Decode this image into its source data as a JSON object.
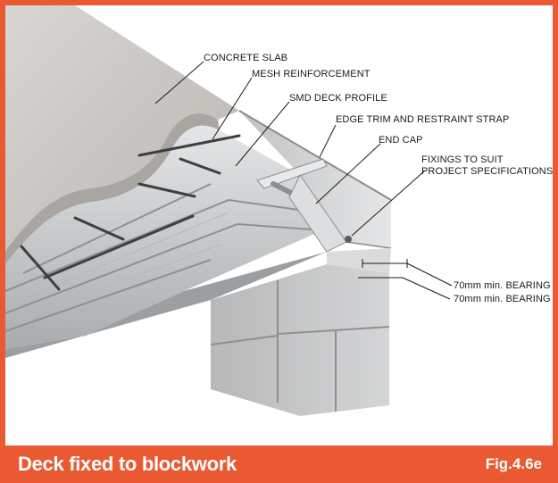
{
  "colors": {
    "accent": "#e95a33",
    "concrete": "#c9c6c1",
    "steel": "#cfd1d2",
    "blockwork": "#c3c4c5"
  },
  "labels": {
    "concrete_slab": "CONCRETE SLAB",
    "mesh_reinforcement": "MESH REINFORCEMENT",
    "smd_deck_profile": "SMD DECK PROFILE",
    "edge_trim": "EDGE TRIM AND RESTRAINT STRAP",
    "end_cap": "END CAP",
    "fixings_line1": "FIXINGS TO SUIT",
    "fixings_line2": "PROJECT SPECIFICATIONS",
    "bearing_1": "70mm min. BEARING",
    "bearing_2": "70mm min. BEARING"
  },
  "footer": {
    "title": "Deck fixed to blockwork",
    "figure": "Fig.4.6e"
  }
}
